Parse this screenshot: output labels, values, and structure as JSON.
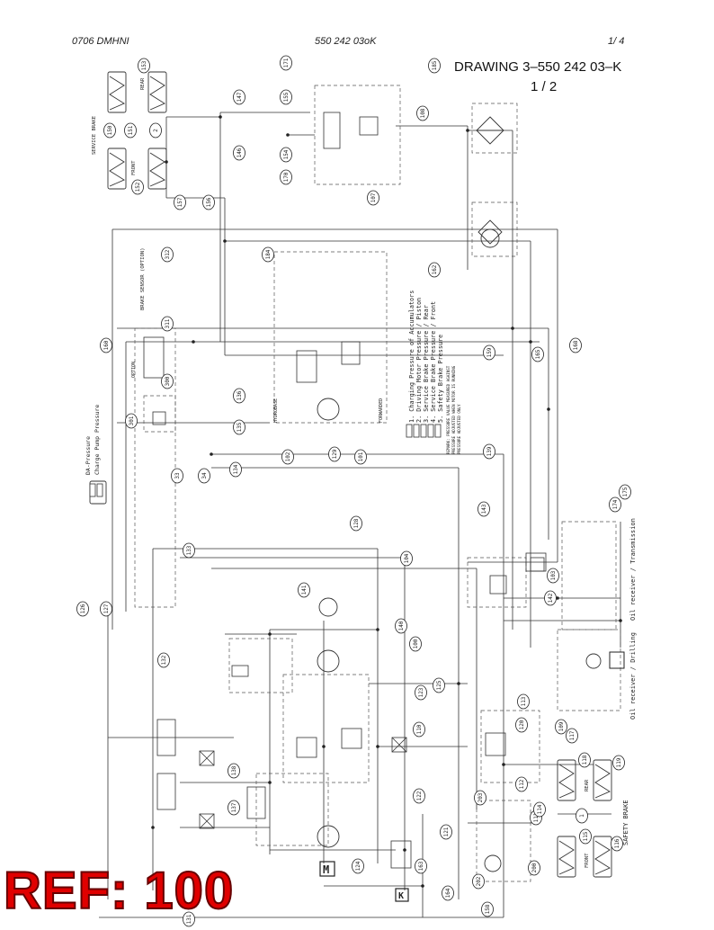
{
  "header": {
    "left": "0706 DMHNI",
    "center": "550 242 03oK",
    "right": "1/   4"
  },
  "title": {
    "drawing": "DRAWING 3–550 242 03–K",
    "sheet": "1 / 2"
  },
  "stamp": {
    "label": "REF: 100"
  },
  "brake_labels": {
    "service_brake": "SERVICE BRAKE",
    "rear": "REAR",
    "front": "FRONT",
    "safety_brake": "SAFETY BRAKE",
    "brake_sensor": "BRAKE SENSOR (OPTION)",
    "da_pressure": "DA-Pressure",
    "charge_pump": "Charge Pump Pressure",
    "hydrobase": "HYDROBASE",
    "forwarded": "FORWARDED",
    "option": "OPTION",
    "oil_receiver_transmission": "Oil receiver / Transmission",
    "oil_receiver_drilling": "Oil receiver / Drilling"
  },
  "legend": [
    "1. Charging Pressure of Accumulators",
    "2. Driving Motor Pressure / Piston",
    "3. Service Brake Pressure / Rear",
    "4. Service Brake Pressure / Front",
    "5. Safety Brake Pressure"
  ],
  "legend_note": [
    "REMARK: PRESSURE VALUE MEASURED AGAINST",
    "PRESSURE ADJUSTED WHEN MOTOR IS RUNNING",
    "PRESSURE ADJUSTED ONLY"
  ],
  "callouts": [
    {
      "n": "153"
    },
    {
      "n": "151"
    },
    {
      "n": "150"
    },
    {
      "n": "152"
    },
    {
      "n": "2"
    },
    {
      "n": "147"
    },
    {
      "n": "146"
    },
    {
      "n": "171"
    },
    {
      "n": "155"
    },
    {
      "n": "154"
    },
    {
      "n": "170"
    },
    {
      "n": "185"
    },
    {
      "n": "108"
    },
    {
      "n": "107"
    },
    {
      "n": "157"
    },
    {
      "n": "156"
    },
    {
      "n": "312"
    },
    {
      "n": "311"
    },
    {
      "n": "184"
    },
    {
      "n": "162"
    },
    {
      "n": "160"
    },
    {
      "n": "159"
    },
    {
      "n": "165"
    },
    {
      "n": "168"
    },
    {
      "n": "300"
    },
    {
      "n": "136"
    },
    {
      "n": "135"
    },
    {
      "n": "301"
    },
    {
      "n": "102"
    },
    {
      "n": "129"
    },
    {
      "n": "101"
    },
    {
      "n": "139"
    },
    {
      "n": "134"
    },
    {
      "n": "133"
    },
    {
      "n": "128"
    },
    {
      "n": "174"
    },
    {
      "n": "175"
    },
    {
      "n": "143"
    },
    {
      "n": "104"
    },
    {
      "n": "103"
    },
    {
      "n": "142"
    },
    {
      "n": "126"
    },
    {
      "n": "127"
    },
    {
      "n": "141"
    },
    {
      "n": "140"
    },
    {
      "n": "132"
    },
    {
      "n": "100"
    },
    {
      "n": "123"
    },
    {
      "n": "125"
    },
    {
      "n": "113"
    },
    {
      "n": "109"
    },
    {
      "n": "117"
    },
    {
      "n": "118"
    },
    {
      "n": "119"
    },
    {
      "n": "110"
    },
    {
      "n": "120"
    },
    {
      "n": "112"
    },
    {
      "n": "138"
    },
    {
      "n": "137"
    },
    {
      "n": "122"
    },
    {
      "n": "203"
    },
    {
      "n": "111"
    },
    {
      "n": "114"
    },
    {
      "n": "115"
    },
    {
      "n": "116"
    },
    {
      "n": "121"
    },
    {
      "n": "124"
    },
    {
      "n": "163"
    },
    {
      "n": "164"
    },
    {
      "n": "202"
    },
    {
      "n": "200"
    },
    {
      "n": "158"
    },
    {
      "n": "131"
    },
    {
      "n": "1"
    },
    {
      "n": "33"
    },
    {
      "n": "34"
    }
  ],
  "component_labels": {
    "motor_m": "M",
    "k_box": "K"
  }
}
